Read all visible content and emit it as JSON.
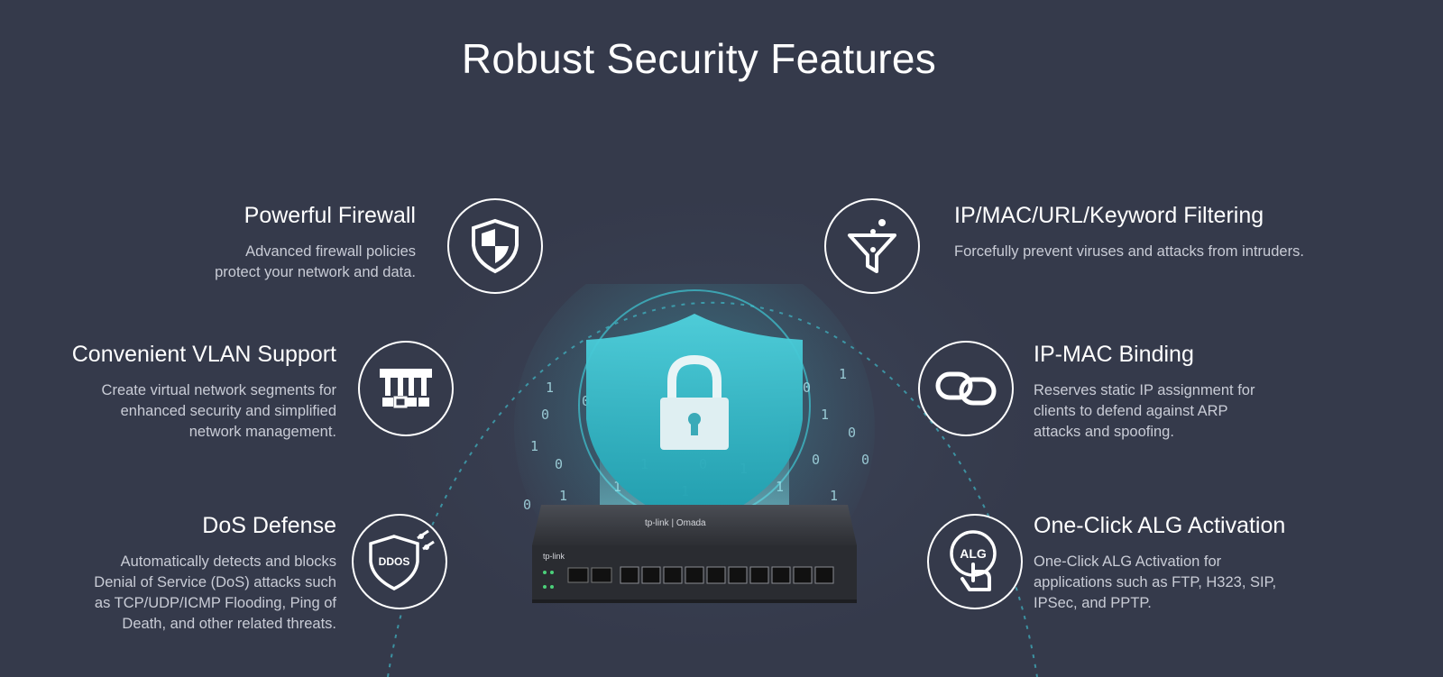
{
  "title": "Robust Security Features",
  "features_left": [
    {
      "title": "Powerful Firewall",
      "desc_lines": [
        "Advanced firewall policies",
        "protect your network and data."
      ],
      "icon": "shield-icon"
    },
    {
      "title": "Convenient VLAN Support",
      "desc_lines": [
        "Create virtual network segments for",
        "enhanced security and simplified",
        "network management."
      ],
      "icon": "vlan-icon"
    },
    {
      "title": "DoS Defense",
      "desc_lines": [
        "Automatically detects and blocks",
        "Denial of Service (DoS) attacks such",
        "as TCP/UDP/ICMP Flooding, Ping of",
        "Death, and other related threats."
      ],
      "icon": "ddos-shield-icon"
    }
  ],
  "features_right": [
    {
      "title": "IP/MAC/URL/Keyword Filtering",
      "desc_lines": [
        "Forcefully prevent viruses and attacks from intruders."
      ],
      "icon": "filter-funnel-icon"
    },
    {
      "title": "IP-MAC Binding",
      "desc_lines": [
        "Reserves static IP assignment for",
        "clients to defend against ARP",
        "attacks and spoofing."
      ],
      "icon": "link-chain-icon"
    },
    {
      "title": "One-Click ALG Activation",
      "desc_lines": [
        "One-Click ALG Activation for",
        "applications such as FTP, H323, SIP,",
        "IPSec, and PPTP."
      ],
      "icon": "alg-touch-icon"
    }
  ],
  "icon_labels": {
    "ddos": "DDOS",
    "alg": "ALG"
  },
  "device": {
    "brand_top": "tp-link | Omada",
    "brand_front": "tp-link"
  },
  "colors": {
    "background": "#353a4b",
    "accent_teal": "#3ec6d3",
    "text_primary": "#ffffff",
    "text_secondary": "#c9ccd6"
  }
}
